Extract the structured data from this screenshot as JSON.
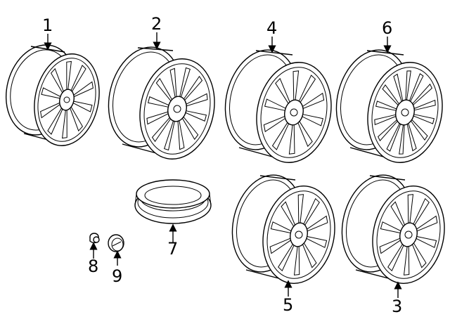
{
  "callouts": {
    "c1": "1",
    "c2": "2",
    "c3": "3",
    "c4": "4",
    "c5": "5",
    "c6": "6",
    "c7": "7",
    "c8": "8",
    "c9": "9"
  },
  "colors": {
    "line": "#000000",
    "background": "#ffffff"
  },
  "parts": [
    {
      "callout": "1",
      "kind": "alloy-wheel",
      "spoke_style": "split-spoke"
    },
    {
      "callout": "2",
      "kind": "alloy-wheel",
      "spoke_style": "multi-spoke"
    },
    {
      "callout": "3",
      "kind": "alloy-wheel",
      "spoke_style": "y-spoke"
    },
    {
      "callout": "4",
      "kind": "alloy-wheel",
      "spoke_style": "twin-spoke"
    },
    {
      "callout": "5",
      "kind": "alloy-wheel",
      "spoke_style": "turbine-spoke"
    },
    {
      "callout": "6",
      "kind": "alloy-wheel",
      "spoke_style": "split-spoke"
    },
    {
      "callout": "7",
      "kind": "spare-wheel"
    },
    {
      "callout": "8",
      "kind": "valve-stem"
    },
    {
      "callout": "9",
      "kind": "center-cap"
    }
  ]
}
